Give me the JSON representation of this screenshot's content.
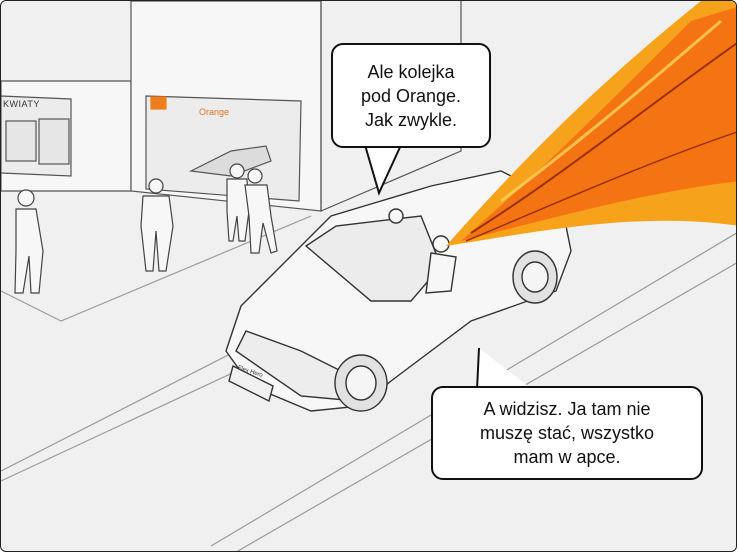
{
  "scene": {
    "store_sign_left": "KWIATY",
    "store_sign_orange": "Orange",
    "license_plate": "Flex Hero",
    "flame_colors": [
      "#f7a21b",
      "#f36c12",
      "#ffc23d"
    ]
  },
  "bubbles": {
    "top": {
      "text": "Ale kolejka\npod Orange.\nJak zwykle."
    },
    "bottom": {
      "text": "A widzisz. Ja tam nie\nmuszę stać, wszystko\nmam w apce."
    }
  }
}
